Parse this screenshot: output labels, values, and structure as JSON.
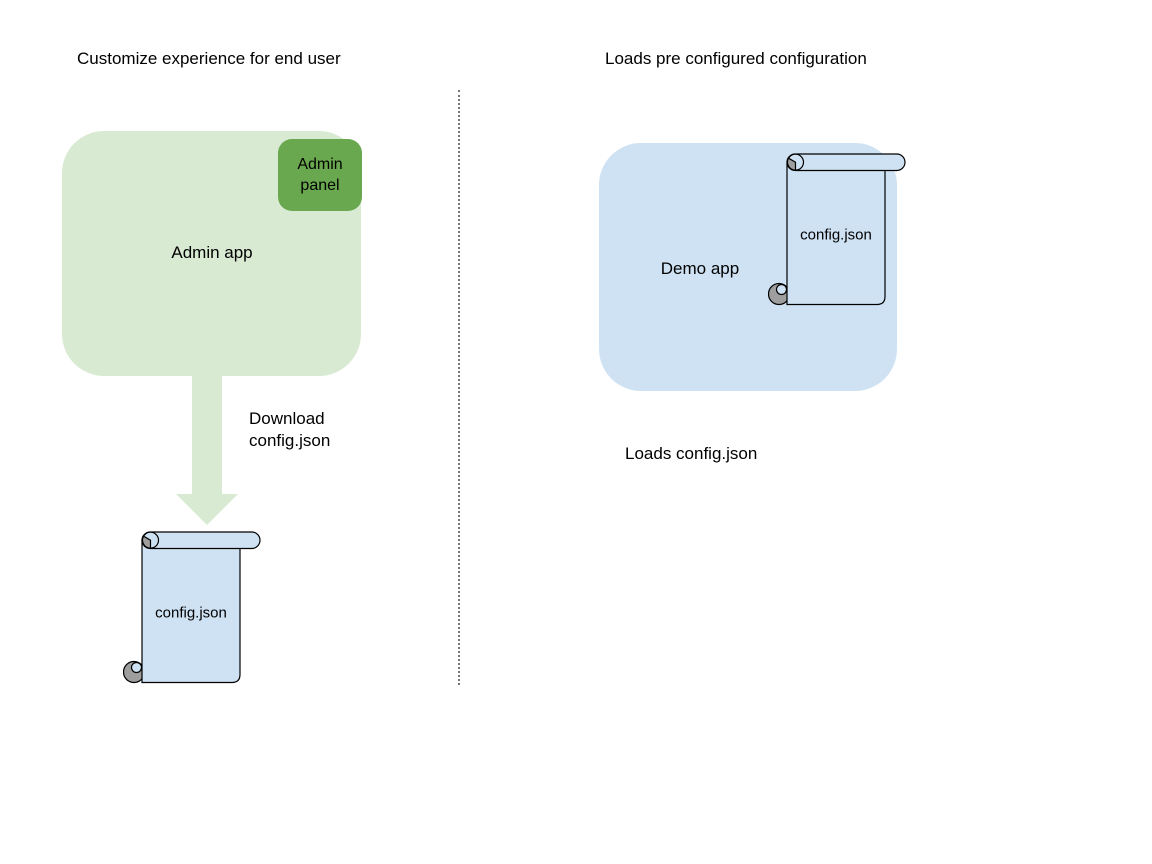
{
  "colors": {
    "canvas_bg": "#ffffff",
    "light_green": "#d9ead3",
    "dark_green": "#6aa84f",
    "light_blue": "#cfe2f3",
    "curl_gray": "#9e9e9e",
    "outline": "#000000",
    "divider_gray": "#757575",
    "text": "#000000"
  },
  "left_section": {
    "title": "Customize experience for end user",
    "admin_app_label": "Admin app",
    "admin_panel_label": "Admin panel",
    "download_label": "Download config.json",
    "config_file_label": "config.json"
  },
  "right_section": {
    "title": "Loads pre configured configuration",
    "demo_app_label": "Demo app",
    "config_file_label": "config.json",
    "caption": "Loads config.json"
  }
}
